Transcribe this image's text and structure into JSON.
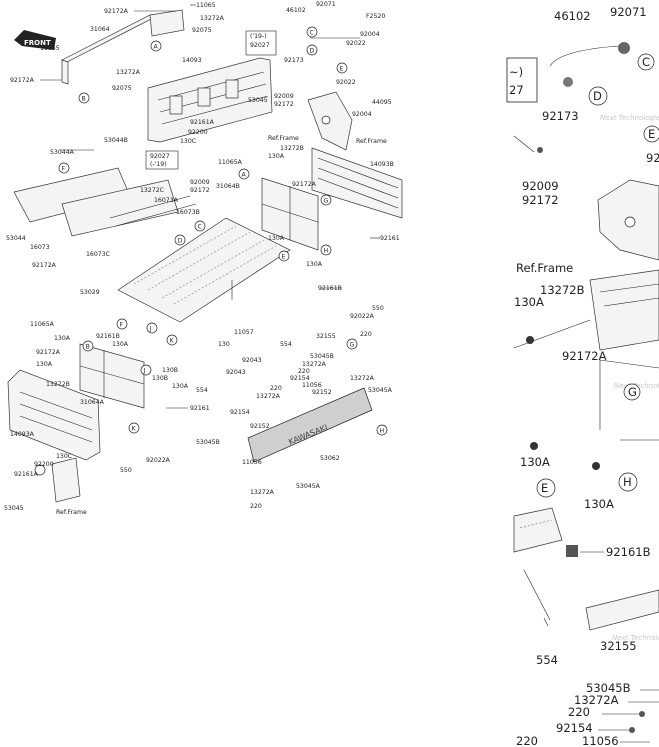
{
  "diagram_id": "F2520",
  "front_label": "FRONT",
  "watermark": "Next Technologies",
  "refs": {
    "A": "A",
    "B": "B",
    "C": "C",
    "D": "D",
    "E": "E",
    "F": "F",
    "G": "G",
    "H": "H",
    "J": "J",
    "K": "K"
  },
  "parts": {
    "p92172A": "92172A",
    "p11065": "11065",
    "p13272A": "13272A",
    "p31064": "31064",
    "p92075": "92075",
    "p14093": "14093",
    "p46102": "46102",
    "p92071": "92071",
    "p92027": "92027",
    "p92022": "92022",
    "p92004": "92004",
    "p92173": "92173",
    "p44095": "44095",
    "p53045": "53045",
    "p92009": "92009",
    "p92172": "92172",
    "p92161A": "92161A",
    "p92200": "92200",
    "p130C": "130C",
    "p53044A": "53044A",
    "p53044B": "53044B",
    "p13272C": "13272C",
    "p16073A": "16073A",
    "p16073B": "16073B",
    "p53044": "53044",
    "p16073": "16073",
    "p16073C": "16073C",
    "p11065A": "11065A",
    "p130A": "130A",
    "p13272B": "13272B",
    "p31064B": "31064B",
    "p14093B": "14093B",
    "p92161": "92161",
    "p53029": "53029",
    "p92161B": "92161B",
    "p550": "550",
    "p92022A": "92022A",
    "p92161B_small": "92161B",
    "p11057": "11057",
    "p554": "554",
    "p32155": "32155",
    "p130": "130",
    "p92043": "92043",
    "p130B": "130B",
    "p53045B": "53045B",
    "p220": "220",
    "p92154": "92154",
    "p11056": "11056",
    "p92152": "92152",
    "p53045A": "53045A",
    "p31064A": "31064A",
    "p14093A": "14093A",
    "p53062": "53062",
    "p53045_small": "53045"
  },
  "notes": {
    "n19a": "('19-)",
    "n19b": "(-'19)"
  },
  "ref_frame": "Ref.Frame",
  "brand_text": "KAWASAKI",
  "zoom_paren": "~)",
  "zoom_27": "27"
}
